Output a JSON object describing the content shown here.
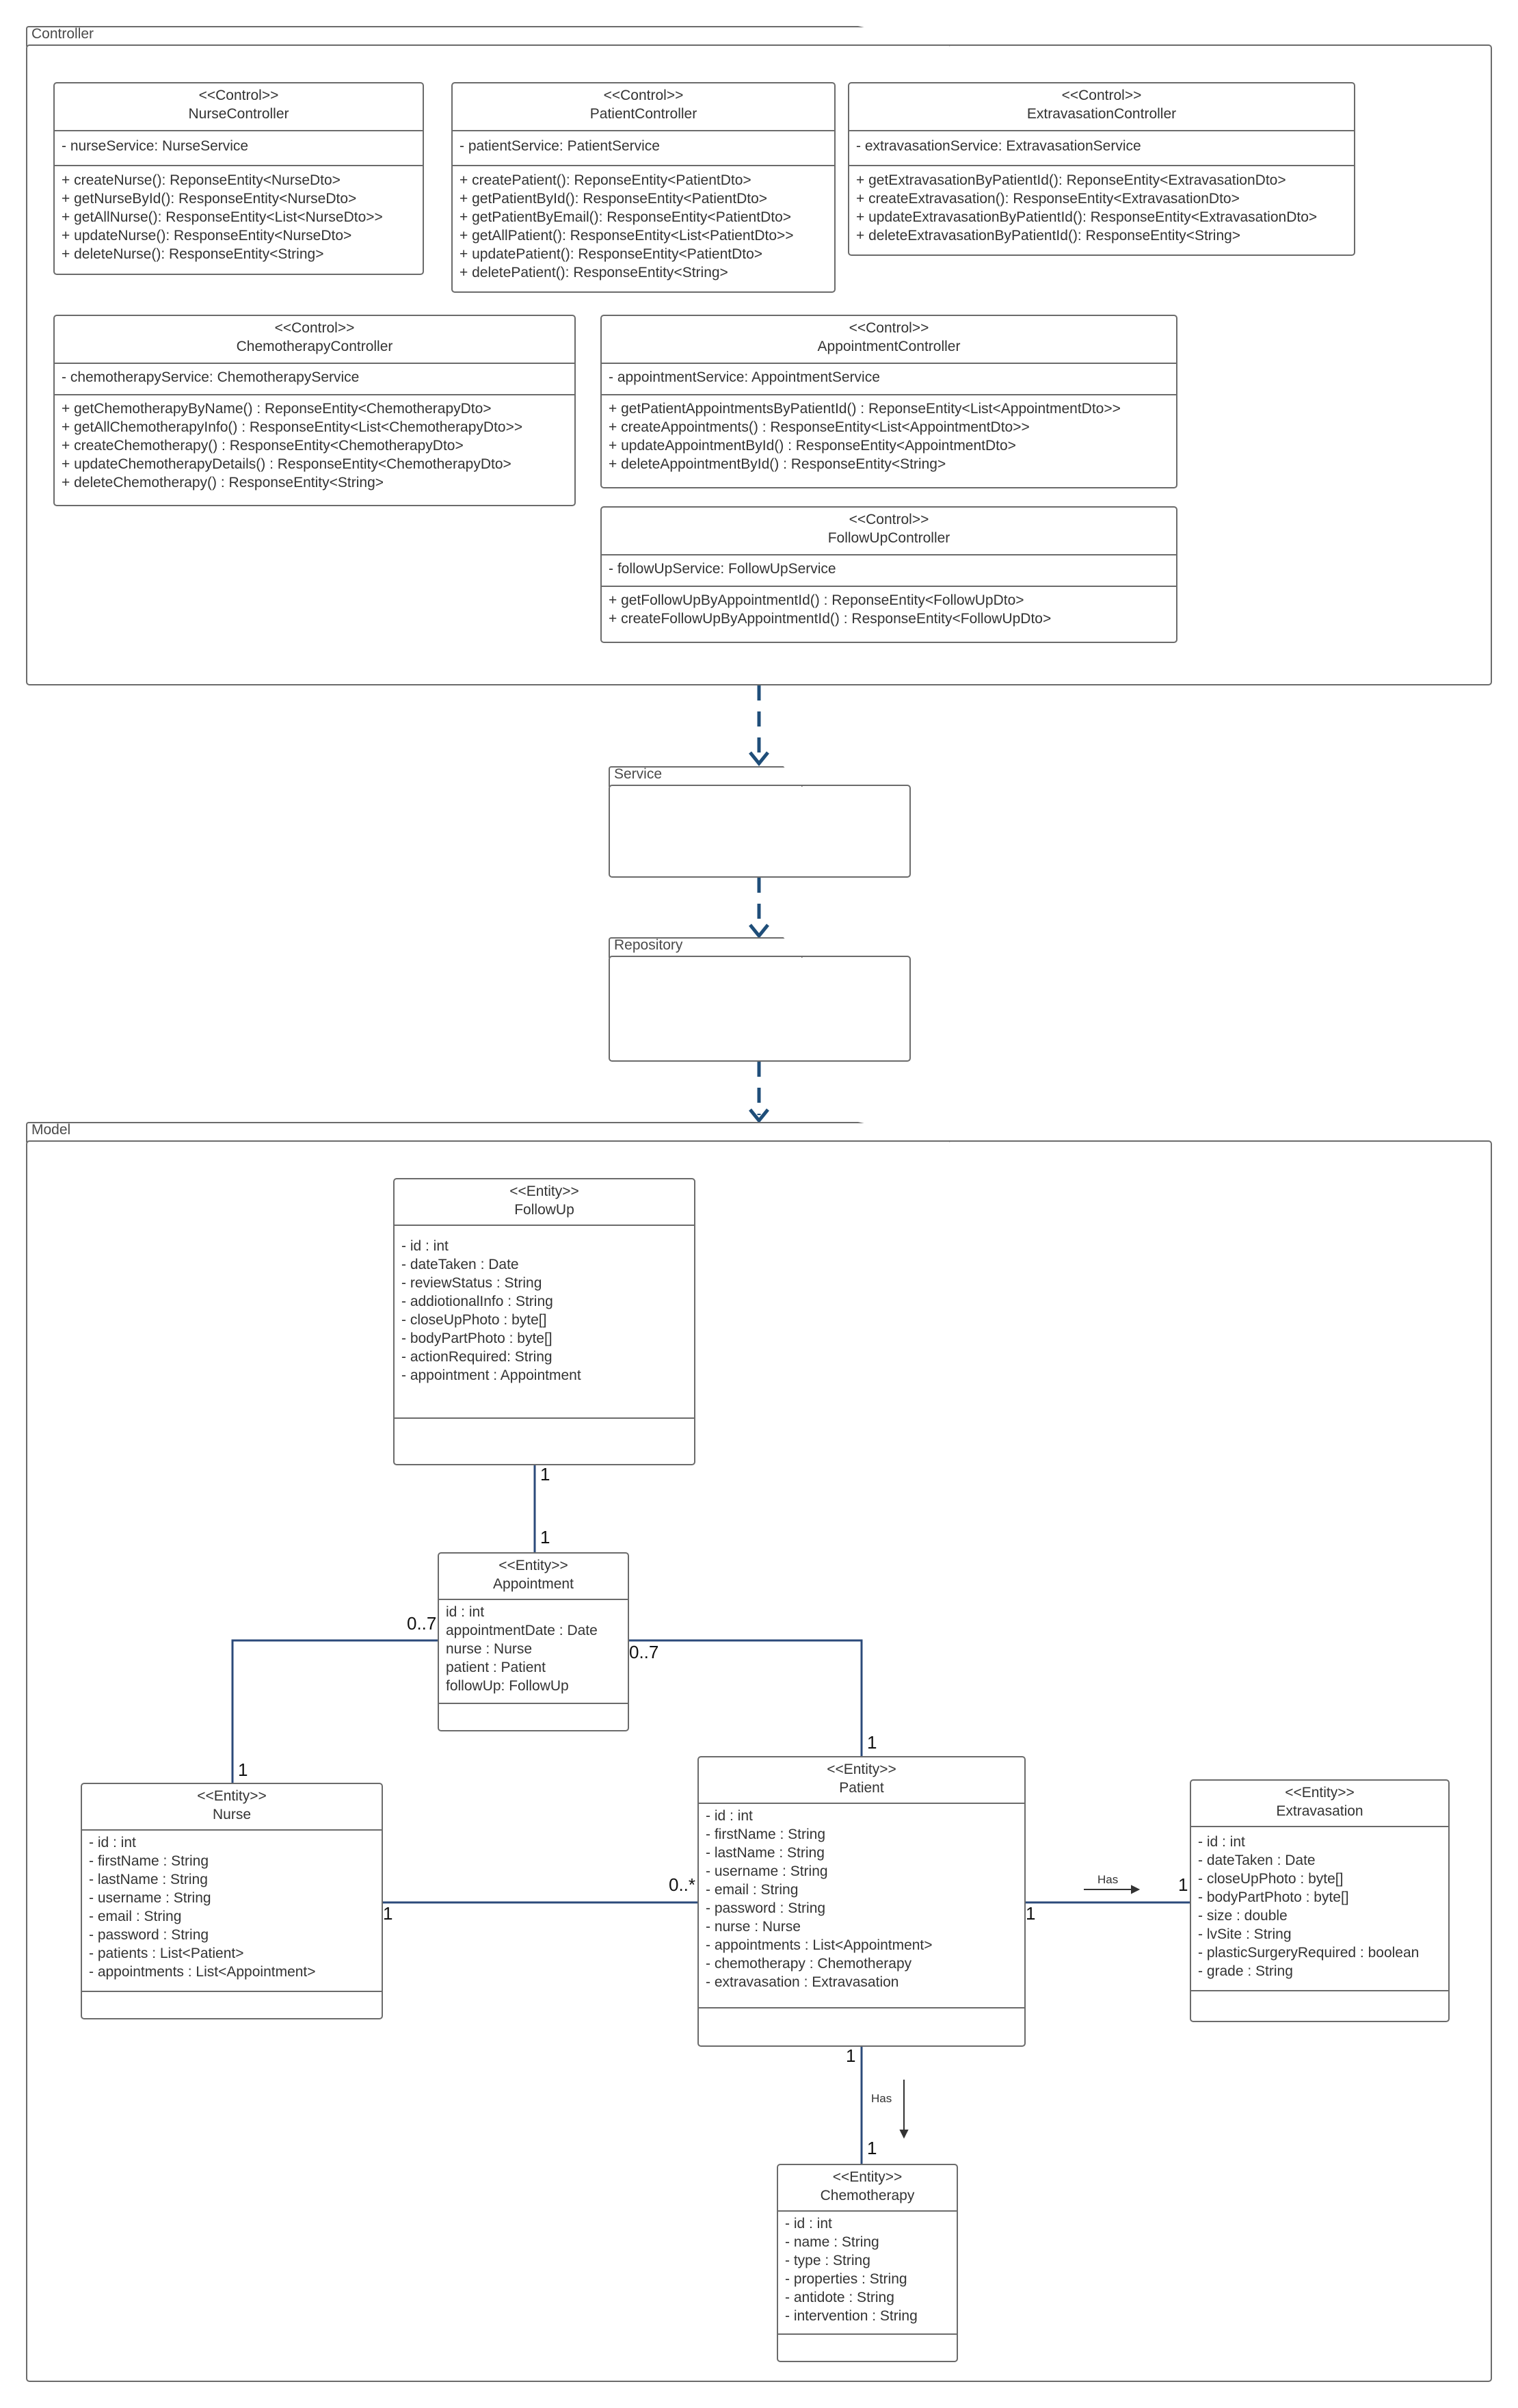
{
  "packages": {
    "controller": "Controller",
    "service": "Service",
    "repository": "Repository",
    "model": "Model"
  },
  "controllers": [
    {
      "key": "nurse",
      "stereotype": "<<Control>>",
      "name": "NurseController",
      "attributes": [
        "- nurseService: NurseService"
      ],
      "methods": [
        "+ createNurse(): ReponseEntity<NurseDto>",
        "+ getNurseById(): ResponseEntity<NurseDto>",
        "+ getAllNurse():  ResponseEntity<List<NurseDto>>",
        "+ updateNurse(): ResponseEntity<NurseDto>",
        "+ deleteNurse(): ResponseEntity<String>"
      ]
    },
    {
      "key": "patient",
      "stereotype": "<<Control>>",
      "name": "PatientController",
      "attributes": [
        "- patientService: PatientService"
      ],
      "methods": [
        "+ createPatient(): ReponseEntity<PatientDto>",
        "+ getPatientById():  ResponseEntity<PatientDto>",
        "+ getPatientByEmail(): ResponseEntity<PatientDto>",
        "+ getAllPatient(): ResponseEntity<List<PatientDto>>",
        "+ updatePatient(): ResponseEntity<PatientDto>",
        "+ deletePatient(): ResponseEntity<String>"
      ]
    },
    {
      "key": "extravasation",
      "stereotype": "<<Control>>",
      "name": "ExtravasationController",
      "attributes": [
        "- extravasationService: ExtravasationService"
      ],
      "methods": [
        "+ getExtravasationByPatientId(): ReponseEntity<ExtravasationDto>",
        "+ createExtravasation(): ResponseEntity<ExtravasationDto>",
        "+ updateExtravasationByPatientId(): ResponseEntity<ExtravasationDto>",
        "+ deleteExtravasationByPatientId(): ResponseEntity<String>"
      ]
    },
    {
      "key": "chemotherapy",
      "stereotype": "<<Control>>",
      "name": "ChemotherapyController",
      "attributes": [
        "- chemotherapyService: ChemotherapyService"
      ],
      "methods": [
        "+ getChemotherapyByName() :  ReponseEntity<ChemotherapyDto>",
        "+ getAllChemotherapyInfo() :  ResponseEntity<List<ChemotherapyDto>>",
        "+ createChemotherapy() :  ResponseEntity<ChemotherapyDto>",
        "+ updateChemotherapyDetails() :  ResponseEntity<ChemotherapyDto>",
        "+ deleteChemotherapy() :  ResponseEntity<String>"
      ]
    },
    {
      "key": "appointment",
      "stereotype": "<<Control>>",
      "name": "AppointmentController",
      "attributes": [
        "- appointmentService: AppointmentService"
      ],
      "methods": [
        "+ getPatientAppointmentsByPatientId() :  ReponseEntity<List<AppointmentDto>>",
        "+ createAppointments() :  ResponseEntity<List<AppointmentDto>>",
        "+ updateAppointmentById() :  ResponseEntity<AppointmentDto>",
        "+ deleteAppointmentById() :  ResponseEntity<String>"
      ]
    },
    {
      "key": "followup",
      "stereotype": "<<Control>>",
      "name": "FollowUpController",
      "attributes": [
        "- followUpService: FollowUpService"
      ],
      "methods": [
        "+ getFollowUpByAppointmentId() :  ReponseEntity<FollowUpDto>",
        "+ createFollowUpByAppointmentId() : ResponseEntity<FollowUpDto>"
      ]
    }
  ],
  "entities": [
    {
      "key": "followup",
      "stereotype": "<<Entity>>",
      "name": "FollowUp",
      "attributes": [
        "- id : int",
        "- dateTaken : Date",
        "- reviewStatus : String",
        "- addiotionalInfo : String",
        "- closeUpPhoto : byte[]",
        "- bodyPartPhoto : byte[]",
        "- actionRequired: String",
        "- appointment : Appointment"
      ]
    },
    {
      "key": "appointment",
      "stereotype": "<<Entity>>",
      "name": "Appointment",
      "attributes": [
        "id : int",
        "appointmentDate : Date",
        "nurse : Nurse",
        "patient : Patient",
        "followUp: FollowUp"
      ]
    },
    {
      "key": "nurse",
      "stereotype": "<<Entity>>",
      "name": "Nurse",
      "attributes": [
        "- id : int",
        "- firstName : String",
        "- lastName : String",
        "- username : String",
        "- email : String",
        "- password : String",
        "- patients : List<Patient>",
        "- appointments : List<Appointment>"
      ]
    },
    {
      "key": "patient",
      "stereotype": "<<Entity>>",
      "name": "Patient",
      "attributes": [
        "- id : int",
        "- firstName : String",
        "- lastName : String",
        "- username : String",
        "- email : String",
        "- password : String",
        "- nurse : Nurse",
        "- appointments : List<Appointment>",
        "- chemotherapy : Chemotherapy",
        "- extravasation : Extravasation"
      ]
    },
    {
      "key": "extravasation",
      "stereotype": "<<Entity>>",
      "name": "Extravasation",
      "attributes": [
        "- id : int",
        "- dateTaken : Date",
        "- closeUpPhoto : byte[]",
        "- bodyPartPhoto : byte[]",
        "- size : double",
        "- lvSite : String",
        "- plasticSurgeryRequired : boolean",
        "- grade : String"
      ]
    },
    {
      "key": "chemotherapy",
      "stereotype": "<<Entity>>",
      "name": "Chemotherapy",
      "attributes": [
        "- id : int",
        "- name : String",
        "- type : String",
        "- properties : String",
        "- antidote : String",
        "- intervention : String"
      ]
    }
  ],
  "multiplicities": {
    "followup_appt_top": "1",
    "followup_appt_bottom": "1",
    "appt_nurse_side": "0..7",
    "appt_patient_side": "0..7",
    "nurse_appt_end": "1",
    "patient_appt_end": "1",
    "nurse_patient_nurse_end": "1",
    "nurse_patient_patient_end": "0..*",
    "patient_extrav_patient_end": "1",
    "patient_extrav_extrav_end": "1",
    "patient_chemo_patient_end": "1",
    "patient_chemo_chemo_end": "1"
  },
  "association_labels": {
    "patient_extravasation": "Has",
    "patient_chemotherapy": "Has"
  },
  "colors": {
    "dependency_arrow": "#1f4e79",
    "association_line": "#2b4a7a",
    "border": "#6b6b6b"
  }
}
